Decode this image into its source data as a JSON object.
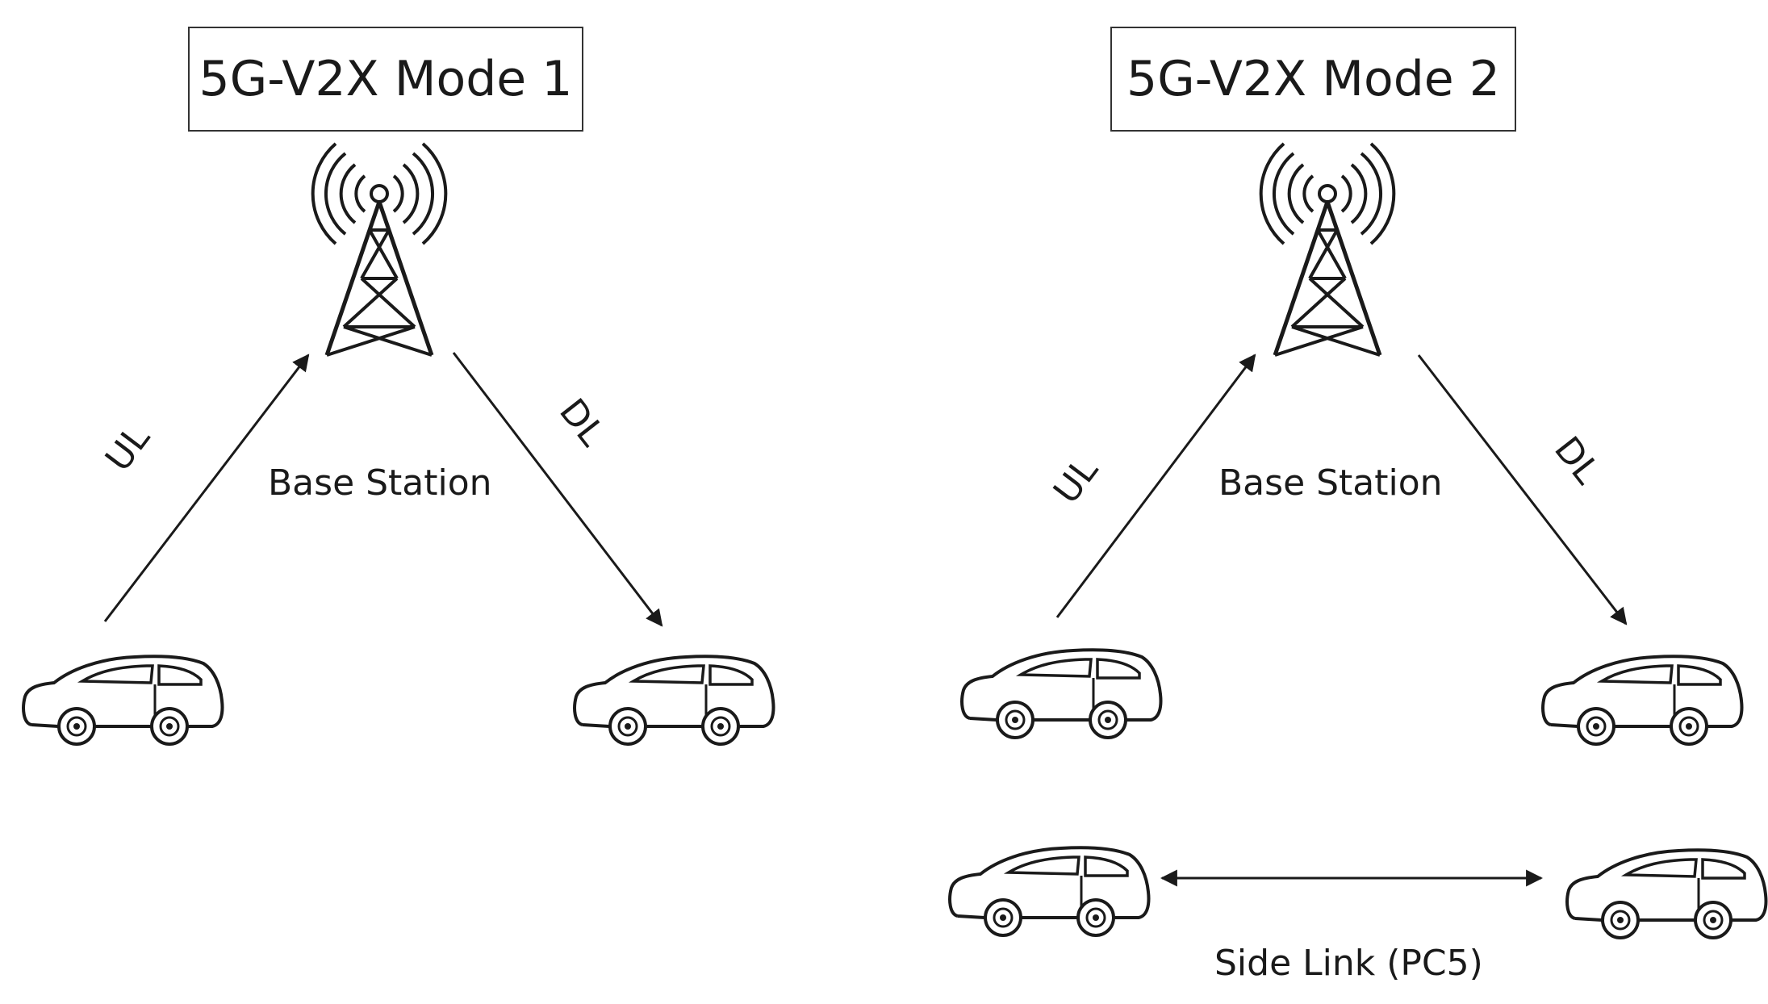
{
  "mode1": {
    "title": "5G-V2X Mode 1",
    "base_station_label": "Base Station",
    "uplink_label": "UL",
    "downlink_label": "DL",
    "icons": [
      "cell-tower-icon",
      "car-icon"
    ]
  },
  "mode2": {
    "title": "5G-V2X Mode 2",
    "base_station_label": "Base Station",
    "uplink_label": "UL",
    "downlink_label": "DL",
    "sidelink_label": "Side Link (PC5)",
    "icons": [
      "cell-tower-icon",
      "car-icon"
    ]
  },
  "colors": {
    "line": "#1a1a1a",
    "box_border": "#333333"
  }
}
